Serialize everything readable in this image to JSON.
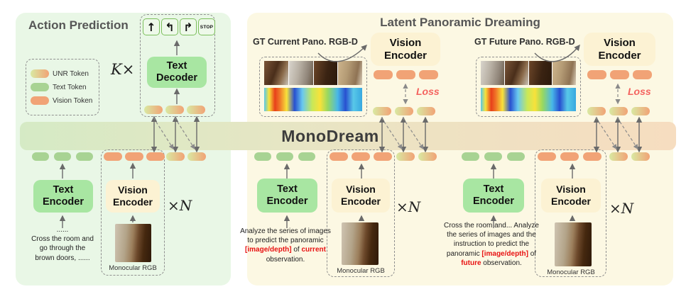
{
  "colors": {
    "panel_green": "#e9f7e6",
    "panel_cream": "#fcf8e3",
    "band_gradient": [
      "#d5eac5",
      "#f6ddc0"
    ],
    "encoder_green": "#a8e6a2",
    "encoder_cream": "#fcf2d3",
    "token_green": "#a8d393",
    "token_orange": "#f1a376",
    "unr_token_gradient": [
      "#d9e9a2",
      "#f1a376"
    ],
    "loss_red": "#f4625e",
    "instruction_red": "#e81212"
  },
  "band": {
    "title": "MonoDream"
  },
  "common": {
    "text_encoder": "Text\nEncoder",
    "vision_encoder": "Vision\nEncoder",
    "monocular": "Monocular RGB",
    "n_label": "×N",
    "loss": "Loss"
  },
  "left_panel": {
    "title": "Action Prediction",
    "legend": {
      "items": [
        {
          "label": "UNR Token",
          "type": "unr"
        },
        {
          "label": "Text Token",
          "type": "text"
        },
        {
          "label": "Vision Token",
          "type": "vision"
        }
      ]
    },
    "k_label": "K×",
    "actions": {
      "forward": "↑",
      "turn_left": "↰",
      "turn_right": "↱",
      "stop": "STOP"
    },
    "text_decoder": "Text\nDecoder",
    "instruction": "......\nCross the room and\ngo through the\nbrown doors, ......"
  },
  "right_panel": {
    "title": "Latent Panoramic Dreaming",
    "current": {
      "gt_label": "GT Current Pano. RGB-D",
      "instruction_segments": [
        {
          "t": "Analyze the series of images to predict the panoramic "
        },
        {
          "t": "[image/depth]",
          "s": "red"
        },
        {
          "t": " of "
        },
        {
          "t": "current",
          "s": "red"
        },
        {
          "t": " observation."
        }
      ]
    },
    "future": {
      "gt_label": "GT Future Pano. RGB-D",
      "instruction_segments": [
        {
          "t": "Cross the room and... Analyze the series of images and the instruction to predict the panoramic "
        },
        {
          "t": "[image/depth]",
          "s": "red"
        },
        {
          "t": " of "
        },
        {
          "t": "future",
          "s": "red"
        },
        {
          "t": " observation."
        }
      ]
    }
  }
}
